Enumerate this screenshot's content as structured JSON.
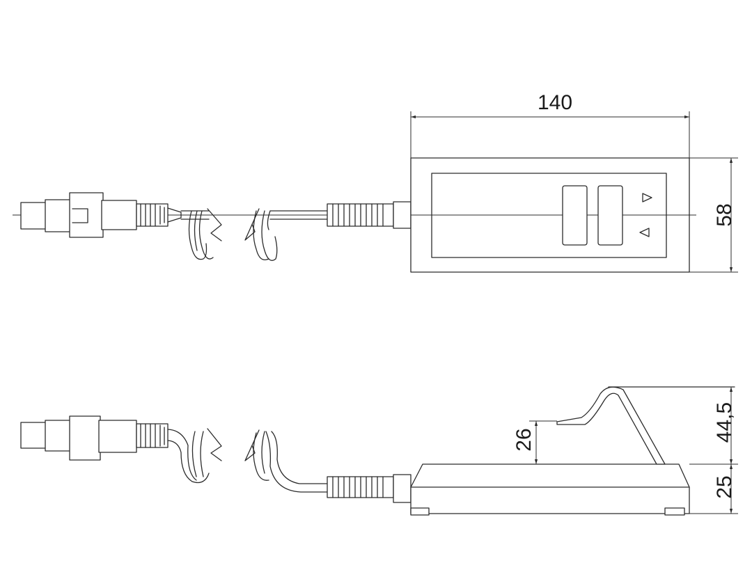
{
  "dimensions": {
    "width": "140",
    "height": "58",
    "stand_height": "44,5",
    "base_height": "25",
    "stand_offset": "26"
  }
}
